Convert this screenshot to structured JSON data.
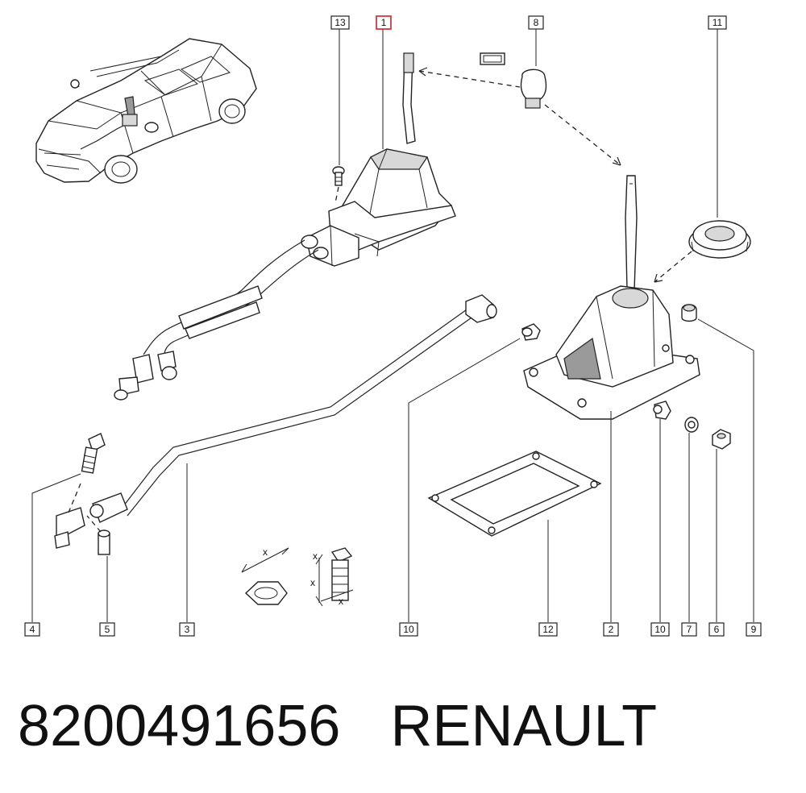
{
  "callouts": {
    "c1": "1",
    "c2": "2",
    "c3": "3",
    "c4": "4",
    "c5": "5",
    "c6": "6",
    "c7": "7",
    "c8": "8",
    "c9": "9",
    "c10a": "10",
    "c10b": "10",
    "c11": "11",
    "c12": "12",
    "c13": "13"
  },
  "highlighted_callout": "1",
  "highlight_color": "#d0202a",
  "dimension_mark": "x",
  "footer": {
    "part_number": "8200491656",
    "brand": "RENAULT"
  }
}
